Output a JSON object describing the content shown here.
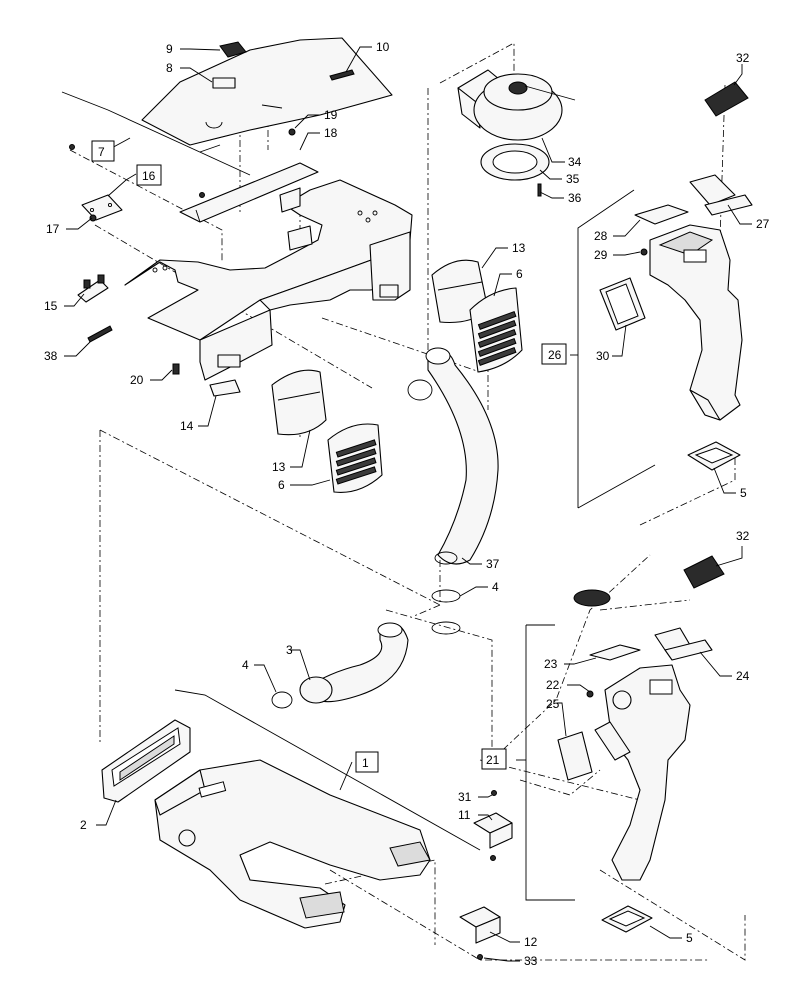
{
  "labels": {
    "l1": "1",
    "l2": "2",
    "l3": "3",
    "l4a": "4",
    "l4b": "4",
    "l5a": "5",
    "l5b": "5",
    "l6a": "6",
    "l6b": "6",
    "l7": "7",
    "l8": "8",
    "l9": "9",
    "l10": "10",
    "l11": "11",
    "l12": "12",
    "l13a": "13",
    "l13b": "13",
    "l14": "14",
    "l15": "15",
    "l16": "16",
    "l17": "17",
    "l18": "18",
    "l19": "19",
    "l20": "20",
    "l21": "21",
    "l22": "22",
    "l23": "23",
    "l24": "24",
    "l25": "25",
    "l26": "26",
    "l27": "27",
    "l28": "28",
    "l29": "29",
    "l30": "30",
    "l31": "31",
    "l32a": "32",
    "l32b": "32",
    "l33": "33",
    "l34": "34",
    "l35": "35",
    "l36": "36",
    "l37": "37",
    "l38": "38"
  }
}
